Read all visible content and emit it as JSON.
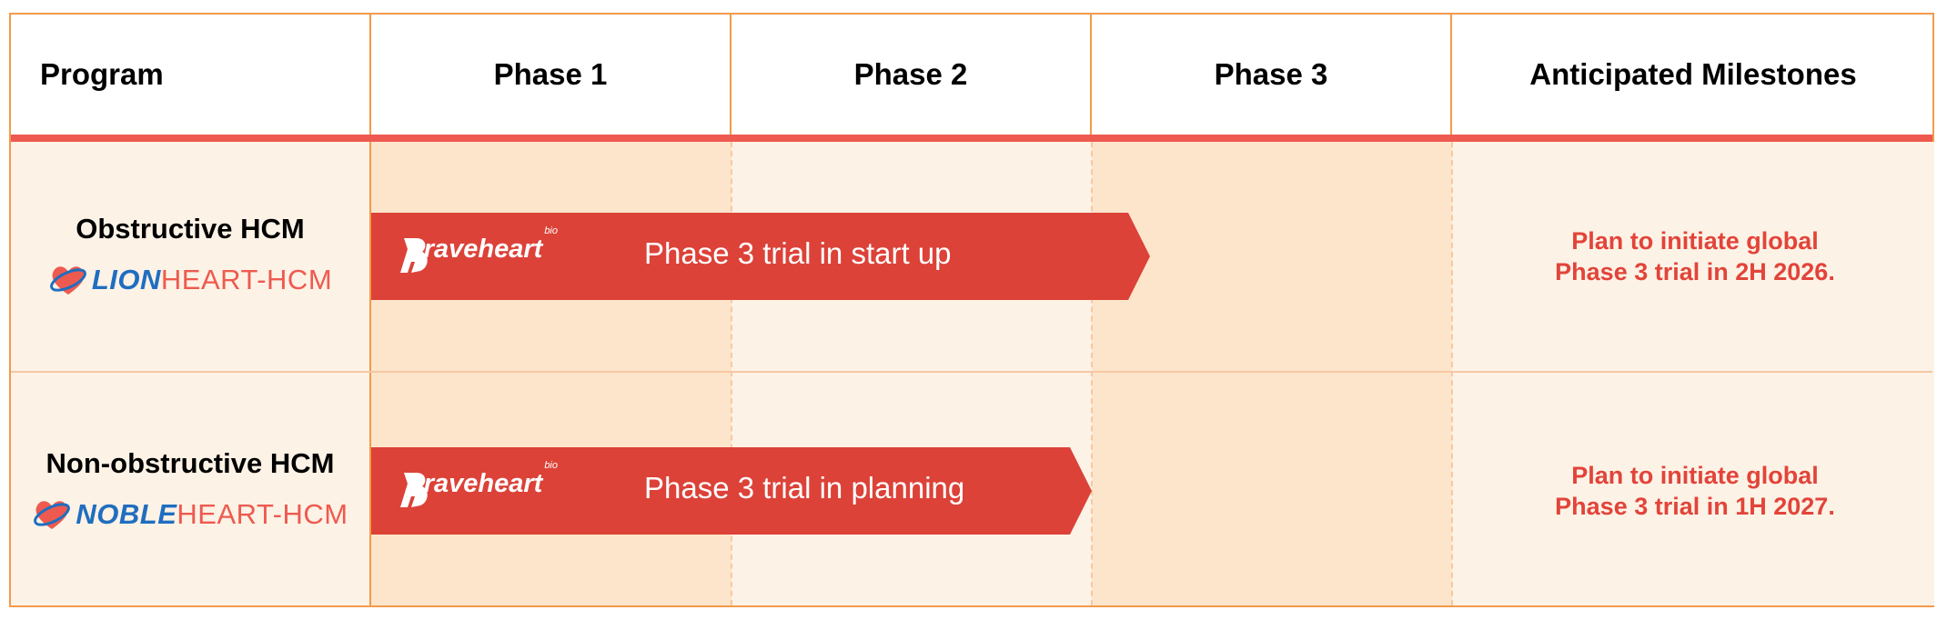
{
  "header": {
    "program": "Program",
    "phase1": "Phase 1",
    "phase2": "Phase 2",
    "phase3": "Phase 3",
    "milestones": "Anticipated Milestones"
  },
  "colors": {
    "border": "#f39a4a",
    "header_bar": "#ee5a4f",
    "arrow": "#dc4238",
    "phase_dark": "#fde5cb",
    "phase_light": "#fdf2e6",
    "milestone_text": "#e2443a",
    "trial_blue": "#1f6ec0"
  },
  "rows": [
    {
      "program": "Obstructive HCM",
      "trial_part1": "LION",
      "trial_part2": "HEART-HCM",
      "sponsor": "braveheart",
      "sponsor_suffix": "bio",
      "status": "Phase 3 trial in start up",
      "milestone_line1": "Plan to initiate global",
      "milestone_line2": "Phase 3 trial in 2H 2026.",
      "icon": "heart-icon"
    },
    {
      "program": "Non-obstructive HCM",
      "trial_part1": "NOBLE",
      "trial_part2": "HEART-HCM",
      "sponsor": "braveheart",
      "sponsor_suffix": "bio",
      "status": "Phase 3 trial in planning",
      "milestone_line1": "Plan to initiate global",
      "milestone_line2": "Phase 3 trial in 1H 2027.",
      "icon": "heart-icon"
    }
  ]
}
